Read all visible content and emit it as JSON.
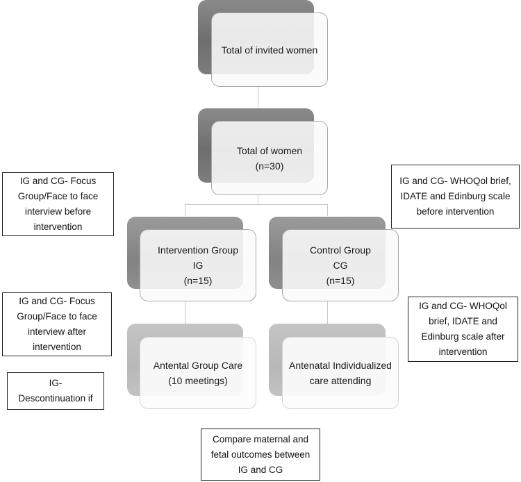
{
  "flow": {
    "invited": {
      "line1": "Total of invited women"
    },
    "total": {
      "line1": "Total of women",
      "line2": "(n=30)"
    },
    "intervention": {
      "line1": "Intervention Group",
      "line2": "IG",
      "line3": "(n=15)"
    },
    "control": {
      "line1": "Control Group",
      "line2": "CG",
      "line3": "(n=15)"
    },
    "group_care": {
      "line1": "Antental Group Care",
      "line2": "(10 meetings)"
    },
    "individual_care": {
      "line1": "Antenatal Individualized",
      "line2": "care attending"
    }
  },
  "notes": {
    "focus_before": {
      "line1": "IG and CG- Focus",
      "line2": "Group/Face to face",
      "line3": "interview before",
      "line4": "intervention"
    },
    "scales_before": {
      "line1": "IG and CG- WHOQol brief,",
      "line2": "IDATE and Edinburg scale",
      "line3": "before intervention"
    },
    "focus_after": {
      "line1": "IG and CG- Focus",
      "line2": "Group/Face to face",
      "line3": "interview after",
      "line4": "intervention"
    },
    "scales_after": {
      "line1": "IG and CG- WHOQol",
      "line2": "brief, IDATE and",
      "line3": "Edinburg scale after",
      "line4": "intervention"
    },
    "discontinuation": {
      "line1": "IG-",
      "line2": "Descontinuation if"
    },
    "compare": {
      "line1": "Compare maternal and",
      "line2": "fetal outcomes between",
      "line3": "IG and CG"
    }
  },
  "colors": {
    "shadow_dark": "#7a7a7a",
    "shadow_light": "#bdbdbd",
    "box_border": "#a8a8a8",
    "note_border": "#222222",
    "connector": "#c8c8c8"
  }
}
